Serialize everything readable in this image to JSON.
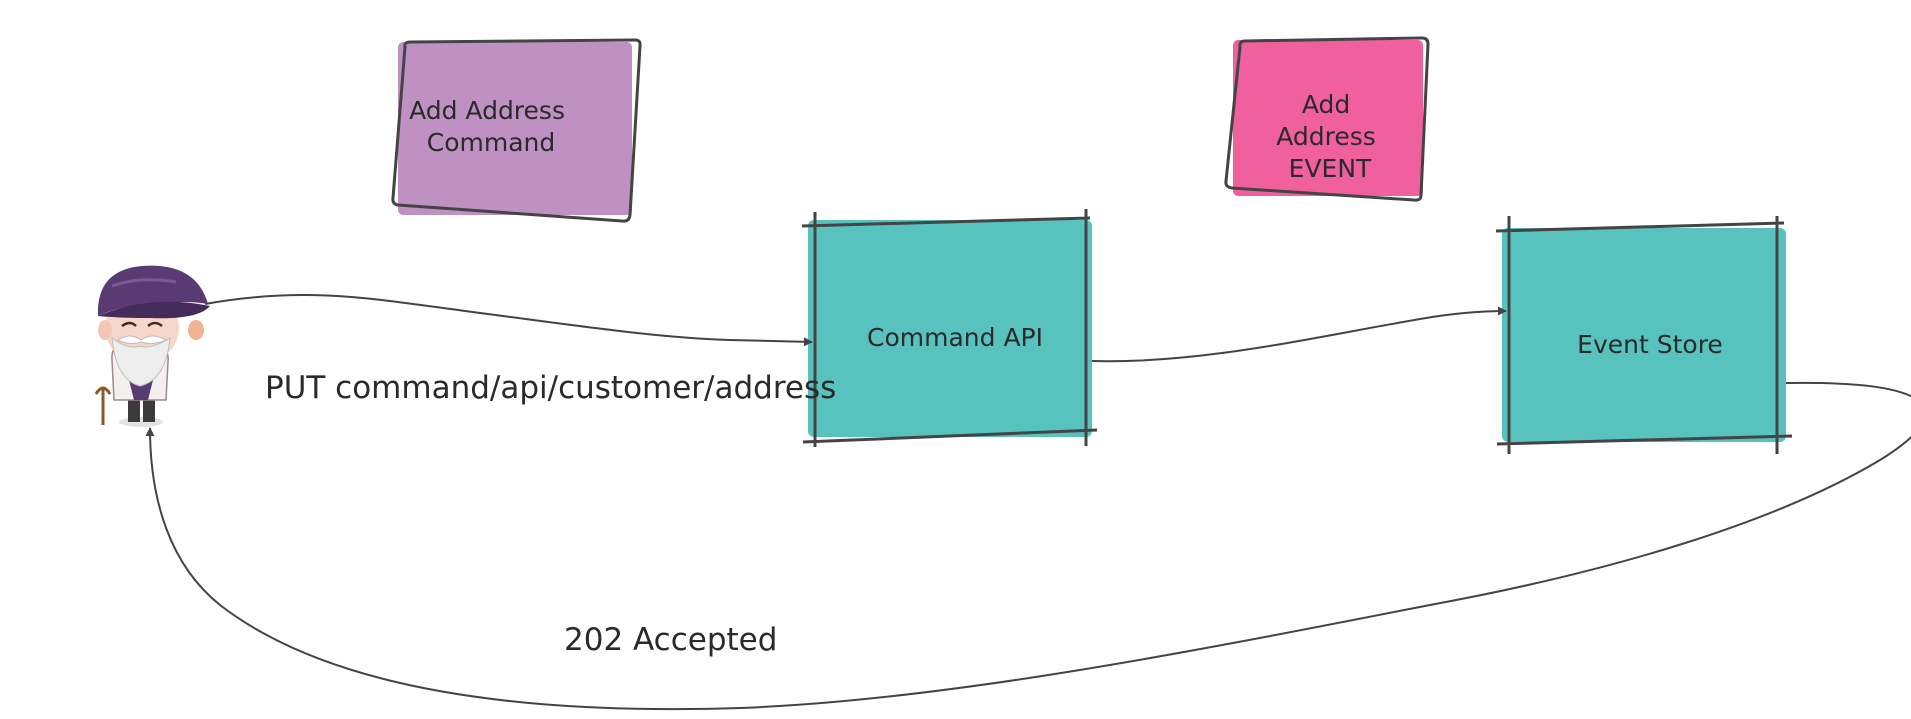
{
  "nodes": {
    "command_note": {
      "lines": [
        "Add Address",
        "Command"
      ],
      "fill": "#BF91C2"
    },
    "event_note": {
      "lines": [
        "Add",
        "Address",
        "EVENT"
      ],
      "fill": "#F0609D"
    },
    "command_api": {
      "label": "Command API",
      "fill": "#58C3BE"
    },
    "event_store": {
      "label": "Event Store",
      "fill": "#58C3BE"
    },
    "user": {
      "icon": "old-man-avatar-icon"
    }
  },
  "edges": {
    "put_request": {
      "label": "PUT command/api/customer/address"
    },
    "api_to_store": {
      "label": ""
    },
    "response": {
      "label": "202 Accepted"
    }
  },
  "colors": {
    "stroke": "#444444",
    "text": "#2a2a2a"
  }
}
